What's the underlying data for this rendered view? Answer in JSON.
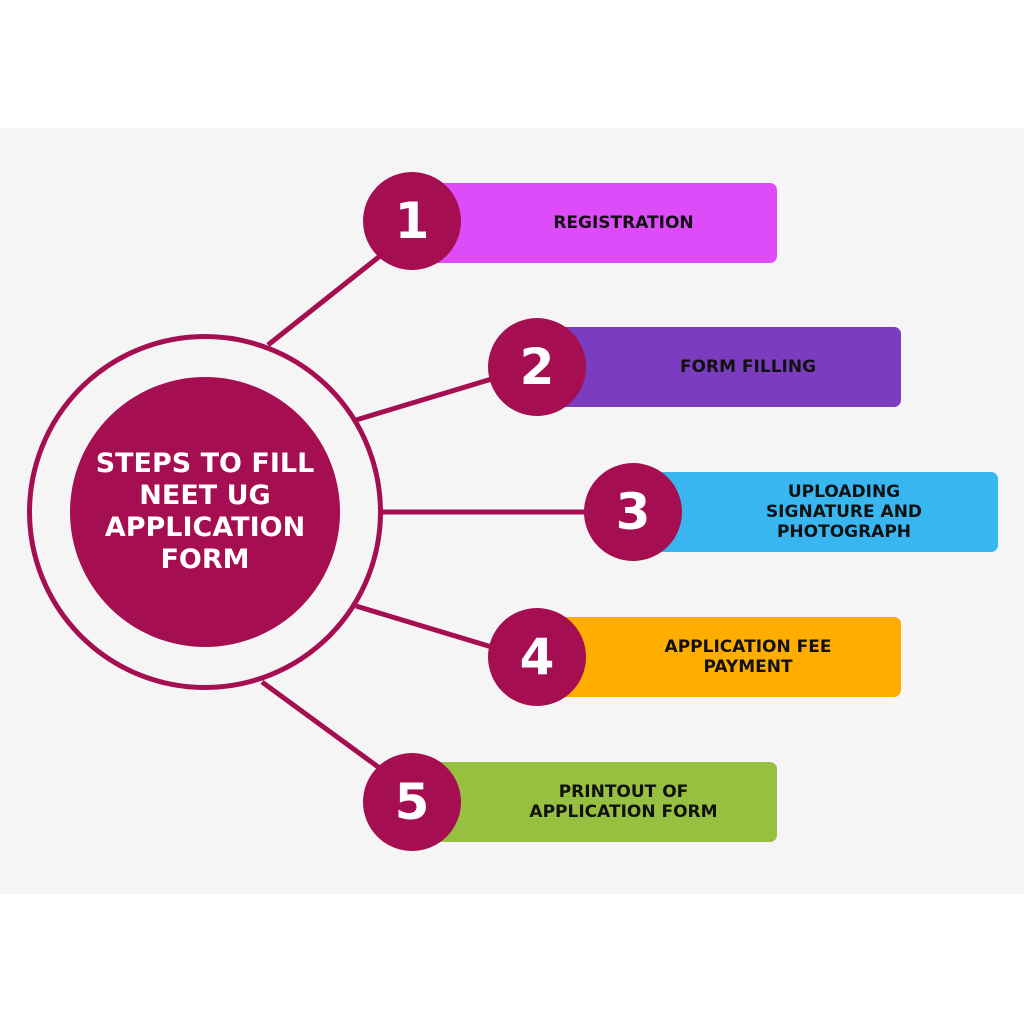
{
  "title": "STEPS TO FILL NEET UG APPLICATION FORM",
  "colors": {
    "hub": "#a50e50",
    "background": "#f5f5f5"
  },
  "steps": [
    {
      "number": "1",
      "label": "REGISTRATION",
      "color": "#dd4cf8"
    },
    {
      "number": "2",
      "label": "FORM FILLING",
      "color": "#7b3cc0"
    },
    {
      "number": "3",
      "label": "UPLOADING SIGNATURE AND PHOTOGRAPH",
      "color": "#38b6f0"
    },
    {
      "number": "4",
      "label": "APPLICATION FEE PAYMENT",
      "color": "#ffae00"
    },
    {
      "number": "5",
      "label": "PRINTOUT OF APPLICATION FORM",
      "color": "#98c040"
    }
  ]
}
